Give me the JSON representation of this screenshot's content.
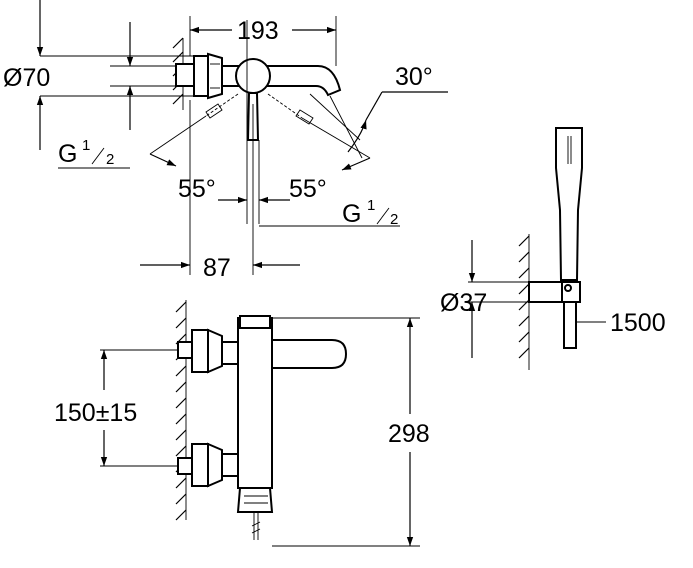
{
  "dimensions": {
    "width_193": "193",
    "diam_70": "Ø70",
    "thread_left_g": "G",
    "thread_left_num": "1",
    "thread_left_den": "2",
    "angle_30": "30°",
    "angle_55_left": "55°",
    "angle_55_right": "55°",
    "thread_bottom_g": "G",
    "thread_bottom_num": "1",
    "thread_bottom_den": "2",
    "width_87": "87",
    "diam_37": "Ø37",
    "hose_1500": "1500",
    "spacing_150": "150±15",
    "height_298": "298"
  },
  "colors": {
    "line": "#000000",
    "background": "#ffffff"
  }
}
